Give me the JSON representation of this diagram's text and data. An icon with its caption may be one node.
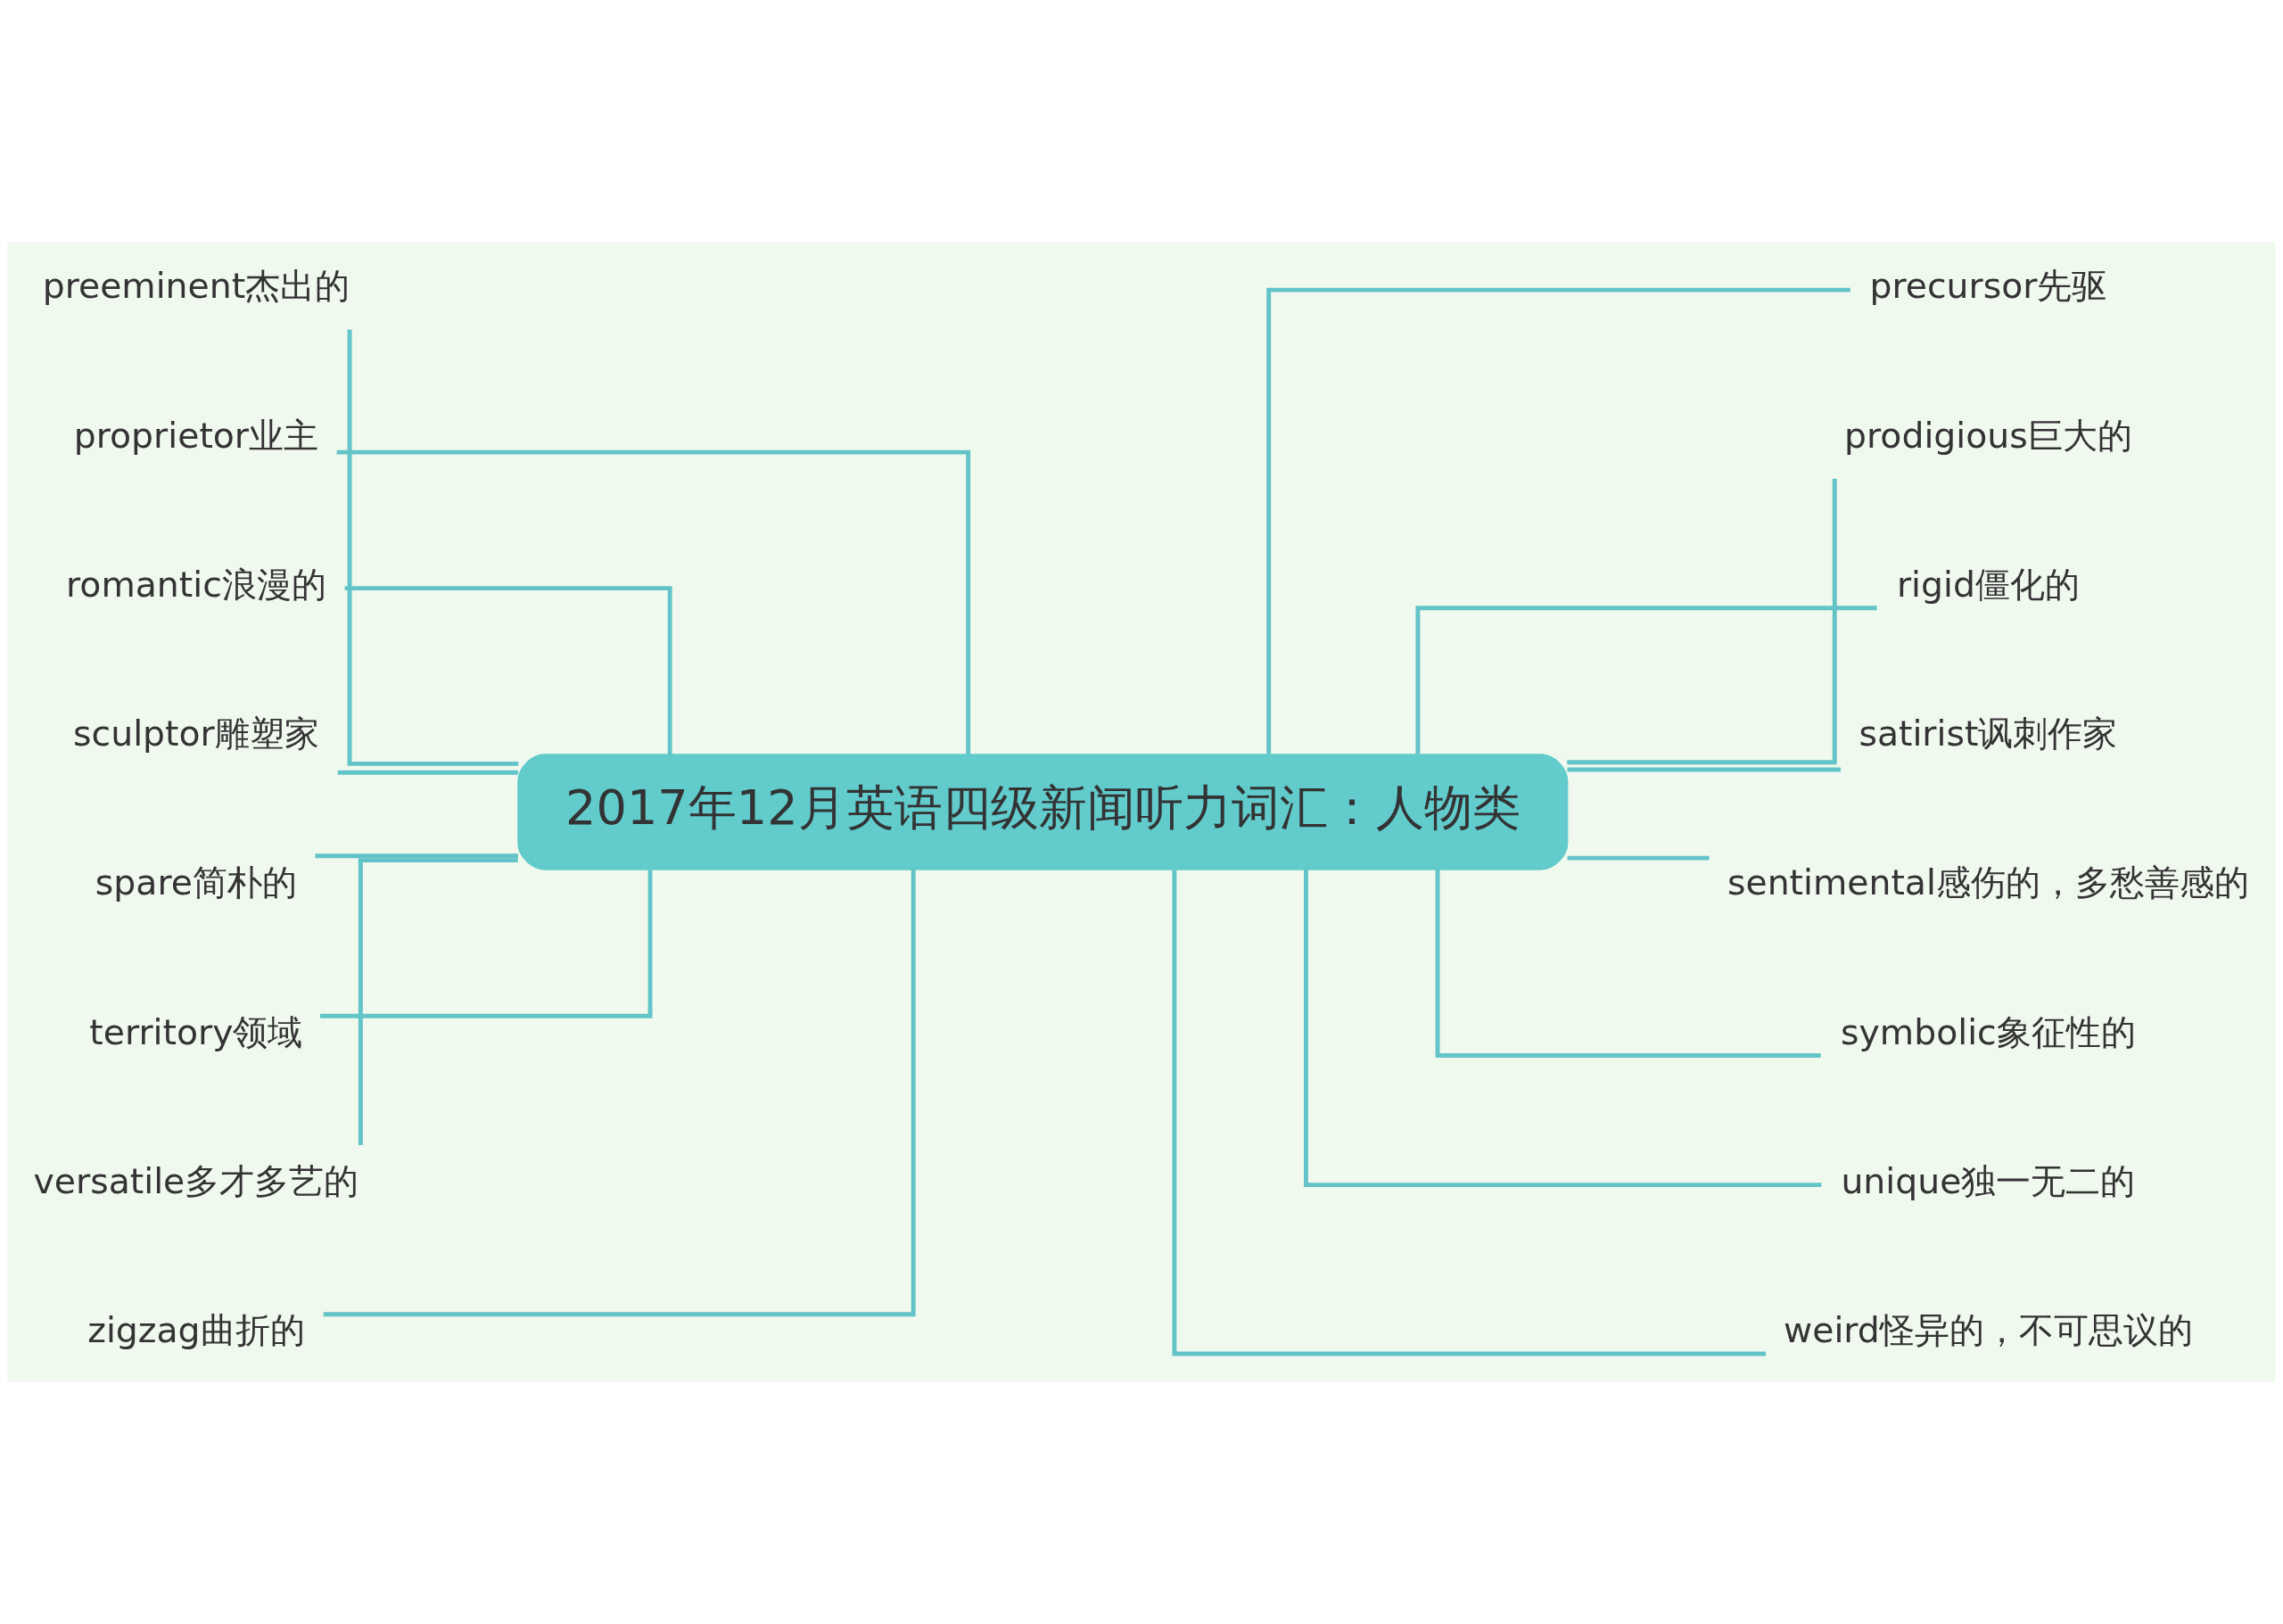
{
  "diagram": {
    "nodes": [
      {
        "text": [
          "2017年12月英语四级新闻听力词汇：人物类"
        ]
      },
      {
        "text": [
          "preeminent杰出的"
        ]
      },
      {
        "text": [
          "proprietor业主"
        ]
      },
      {
        "text": [
          "romantic浪漫的"
        ]
      },
      {
        "text": [
          "sculptor雕塑家"
        ]
      },
      {
        "text": [
          "spare简朴的"
        ]
      },
      {
        "text": [
          "territory领域"
        ]
      },
      {
        "text": [
          "versatile多才多艺的"
        ]
      },
      {
        "text": [
          "zigzag曲折的"
        ]
      },
      {
        "text": [
          "precursor先驱"
        ]
      },
      {
        "text": [
          "prodigious巨大的"
        ]
      },
      {
        "text": [
          "rigid僵化的"
        ]
      },
      {
        "text": [
          "satirist讽刺作家"
        ]
      },
      {
        "text": [
          "sentimental感伤的，多愁善感的"
        ]
      },
      {
        "text": [
          "symbolic象征性的"
        ]
      },
      {
        "text": [
          "unique独一无二的"
        ]
      },
      {
        "text": [
          "weird怪异的，不可思议的"
        ]
      }
    ],
    "edges": [
      {
        "from": 0,
        "to": 1,
        "arrow": "none"
      },
      {
        "from": 0,
        "to": 2,
        "arrow": "none"
      },
      {
        "from": 0,
        "to": 3,
        "arrow": "none"
      },
      {
        "from": 0,
        "to": 4,
        "arrow": "none"
      },
      {
        "from": 0,
        "to": 5,
        "arrow": "none"
      },
      {
        "from": 0,
        "to": 6,
        "arrow": "none"
      },
      {
        "from": 0,
        "to": 7,
        "arrow": "none"
      },
      {
        "from": 0,
        "to": 8,
        "arrow": "none"
      },
      {
        "from": 0,
        "to": 9,
        "arrow": "none"
      },
      {
        "from": 0,
        "to": 10,
        "arrow": "none"
      },
      {
        "from": 0,
        "to": 11,
        "arrow": "none"
      },
      {
        "from": 0,
        "to": 12,
        "arrow": "none"
      },
      {
        "from": 0,
        "to": 13,
        "arrow": "none"
      },
      {
        "from": 0,
        "to": 14,
        "arrow": "none"
      },
      {
        "from": 0,
        "to": 15,
        "arrow": "none"
      },
      {
        "from": 0,
        "to": 16,
        "arrow": "none"
      }
    ]
  }
}
